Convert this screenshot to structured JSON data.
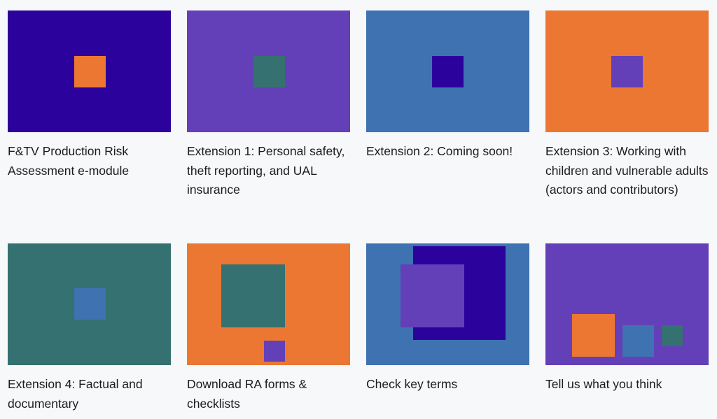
{
  "colors": {
    "indigo": "#2c029c",
    "purple": "#6340b8",
    "blue": "#3e72b1",
    "orange": "#ec7733",
    "teal": "#347170",
    "background": "#f7f8fa",
    "text": "#1b1b1b"
  },
  "cards": [
    {
      "label": "F&TV Production Risk Assessment e-module",
      "thumbnail": "indigo background with orange square"
    },
    {
      "label": "Extension 1: Personal safety, theft reporting, and UAL insurance",
      "thumbnail": "purple background with teal square"
    },
    {
      "label": "Extension 2: Coming soon!",
      "thumbnail": "blue background with indigo square"
    },
    {
      "label": "Extension 3: Working with children and vulnerable adults (actors and contributors)",
      "thumbnail": "orange background with purple square"
    },
    {
      "label": "Extension 4: Factual and documentary",
      "thumbnail": "teal background with blue square"
    },
    {
      "label": "Download RA forms & checklists",
      "thumbnail": "orange background with large teal square and small purple square"
    },
    {
      "label": "Check key terms",
      "thumbnail": "blue background with overlapping indigo and purple squares"
    },
    {
      "label": "Tell us what you think",
      "thumbnail": "purple background with orange, blue and teal squares"
    }
  ]
}
